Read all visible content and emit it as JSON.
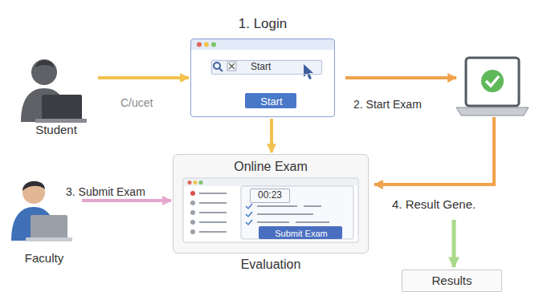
{
  "diagram": {
    "nodes": [
      {
        "text": [
          "1. Login"
        ]
      },
      {
        "text": [
          "Start"
        ],
        "in": 0
      },
      {
        "text": [
          "Start"
        ],
        "in": 0
      },
      {
        "text": [
          "Student"
        ]
      },
      {
        "text": [
          "Online Exam",
          "Evaluation"
        ]
      },
      {
        "text": [
          "00:23"
        ],
        "in": 4
      },
      {
        "text": [
          "Submit Exam"
        ],
        "in": 4
      },
      {
        "text": [
          "Faculty"
        ]
      },
      {
        "text": [
          "Results"
        ]
      }
    ],
    "edges": [
      {
        "from": 3,
        "to": 0,
        "arrow": "to",
        "label": "C/ucet"
      },
      {
        "from": 0,
        "to": 4,
        "arrow": "to"
      },
      {
        "from": 7,
        "to": 4,
        "arrow": "to",
        "label": "3. Submit Exam"
      }
    ],
    "labels": [
      "2. Start Exam",
      "4. Result Gene."
    ]
  }
}
